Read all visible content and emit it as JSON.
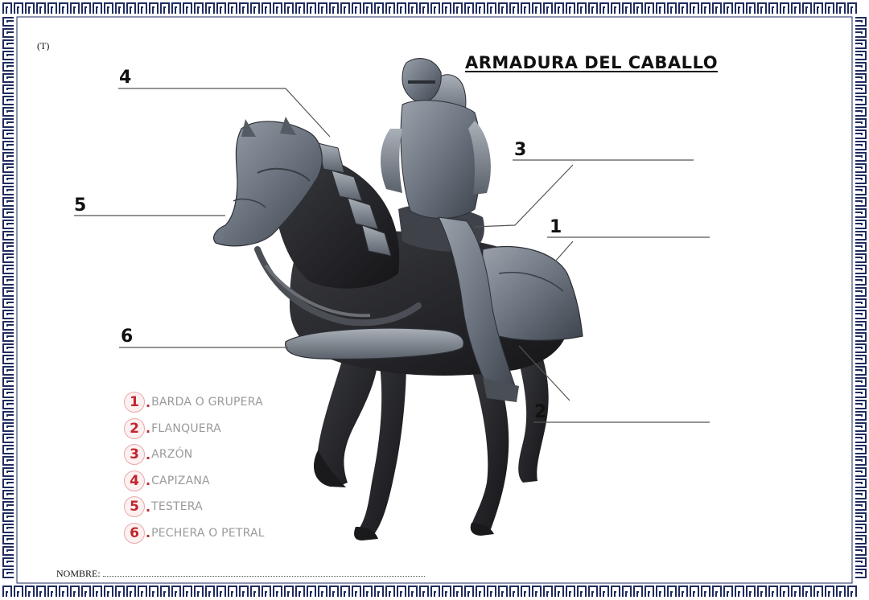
{
  "worksheet": {
    "corner_mark": "(T)",
    "title": "ARMADURA DEL CABALLO",
    "name_label": "NOMBRE:"
  },
  "diagram": {
    "callout_numbers": [
      "1",
      "2",
      "3",
      "4",
      "5",
      "6"
    ],
    "legend": [
      {
        "num": "1",
        "label": "BARDA O GRUPERA"
      },
      {
        "num": "2",
        "label": "FLANQUERA"
      },
      {
        "num": "3",
        "label": "ARZÓN"
      },
      {
        "num": "4",
        "label": "CAPIZANA"
      },
      {
        "num": "5",
        "label": "TESTERA"
      },
      {
        "num": "6",
        "label": "PECHERA O PETRAL"
      }
    ]
  },
  "colors": {
    "frame": "#1f2b5e",
    "legend_number": "#c0262c",
    "legend_text": "#9a9a9a",
    "armor": "#6c7480",
    "horse": "#2a2a2e"
  },
  "icons": [
    "greek-key-border",
    "armored-horse-and-knight-illustration"
  ]
}
